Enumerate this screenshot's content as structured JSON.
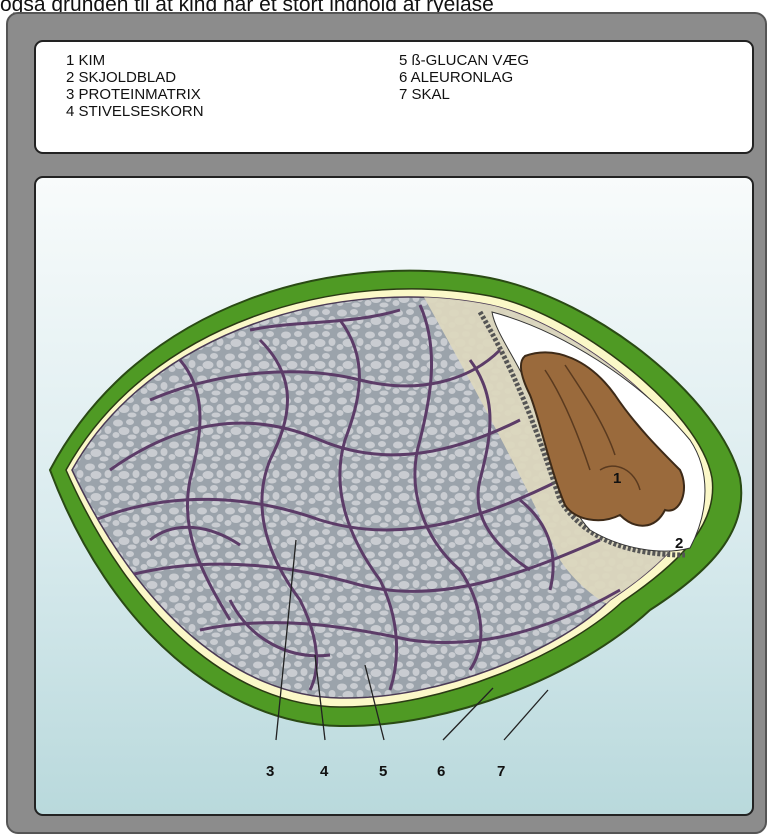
{
  "caption": "også grunden til at kind har et stort indhold af ryelase",
  "legend": {
    "items": [
      "1 KIM",
      "2 SKJOLDBLAD",
      "3 PROTEINMATRIX",
      "4 STIVELSESKORN",
      "5 ß-GLUCAN VÆG",
      "6 ALEURONLAG",
      "7 SKAL"
    ]
  },
  "diagram": {
    "numbers": [
      "1",
      "2",
      "3",
      "4",
      "5",
      "6",
      "7"
    ],
    "colors": {
      "shell": "#4f9a24",
      "aleurone": "#fbf8c8",
      "endosperm": "#9ba3ab",
      "starch": "#c9ccd1",
      "cell_wall": "#5c3c68",
      "germ": "#9a6a3c",
      "scutellum_band": "#dcd7be"
    }
  }
}
